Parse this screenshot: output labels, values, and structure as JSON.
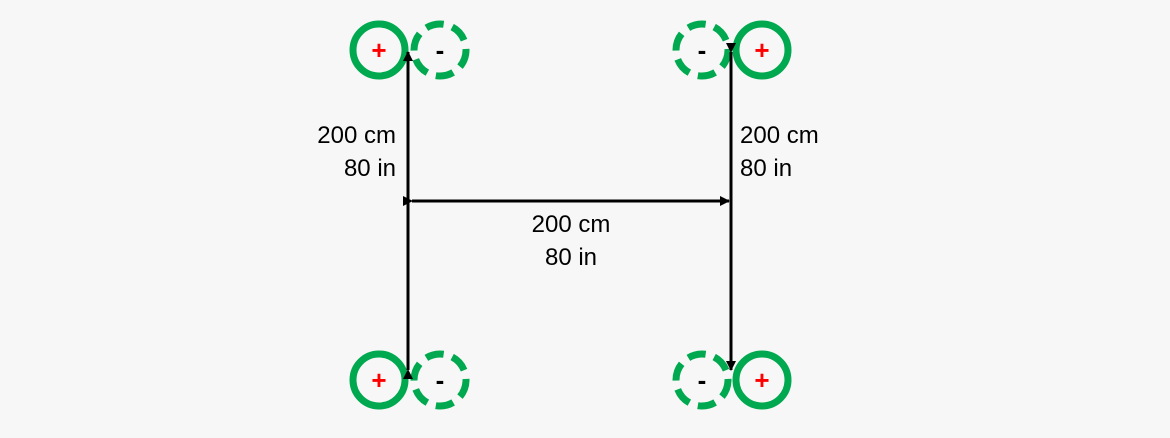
{
  "colors": {
    "terminal": "#00a94f",
    "positive": "#ff0000",
    "negative": "#000000",
    "arrow": "#000000",
    "background": "#f7f7f7"
  },
  "symbols": {
    "positive": "+",
    "negative": "-"
  },
  "dimensions": {
    "left_vertical": {
      "line1": "200 cm",
      "line2": "80 in"
    },
    "right_vertical": {
      "line1": "200 cm",
      "line2": "80 in"
    },
    "horizontal": {
      "line1": "200 cm",
      "line2": "80 in"
    }
  }
}
